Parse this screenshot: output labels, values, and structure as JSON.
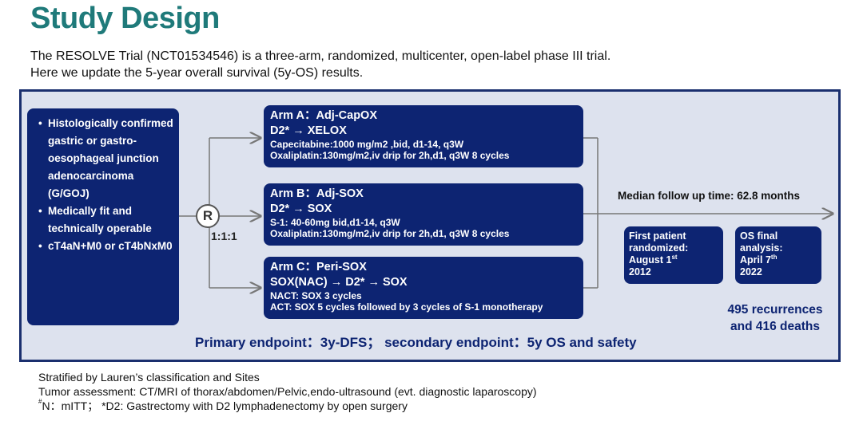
{
  "title": "Study Design",
  "intro": [
    "The RESOLVE Trial (NCT01534546) is a three-arm, randomized, multicenter, open-label phase III trial.",
    "Here we update the 5-year overall survival (5y-OS) results."
  ],
  "inclusion": [
    "Histologically confirmed gastric or gastro-oesophageal junction adenocarcinoma (G/GOJ)",
    "Medically fit and technically operable",
    "cT4aN+M0 or cT4bNxM0"
  ],
  "randomization": {
    "symbol": "R",
    "ratio": "1:1:1"
  },
  "arms": [
    {
      "header": "Arm A：Adj-CapOX",
      "design": "D2* → XELOX",
      "details": [
        "Capecitabine:1000 mg/m2 ,bid, d1-14, q3W",
        "Oxaliplatin:130mg/m2,iv drip for 2h,d1, q3W 8 cycles"
      ]
    },
    {
      "header": "Arm B：Adj-SOX",
      "design": "D2* → SOX",
      "details": [
        "S-1: 40-60mg bid,d1-14, q3W",
        "Oxaliplatin:130mg/m2,iv drip for 2h,d1, q3W 8 cycles"
      ]
    },
    {
      "header": "Arm C：Peri-SOX",
      "design": "SOX(NAC) → D2* → SOX",
      "details": [
        "NACT: SOX 3 cycles",
        "ACT: SOX 5 cycles followed by 3 cycles of S-1 monotherapy"
      ]
    }
  ],
  "median_follow_up": "Median follow up time: 62.8 months",
  "first_patient": {
    "line1": "First patient",
    "line2": "randomized:",
    "line3": "August 1",
    "sup": "st",
    "line4": "2012"
  },
  "os_final": {
    "line1": "OS final",
    "line2": "analysis:",
    "line3": "April 7",
    "sup": "th",
    "line4": "2022"
  },
  "events": {
    "line1": "495 recurrences",
    "line2": "and 416 deaths"
  },
  "endpoint": "Primary endpoint：3y-DFS；  secondary endpoint：5y OS and safety",
  "footer": {
    "line1": "Stratified by Lauren’s  classification and Sites",
    "line2": "Tumor assessment: CT/MRI of thorax/abdomen/Pelvic,endo-ultrasound (evt. diagnostic laparoscopy)",
    "line3_sup": "#",
    "line3": "N：mITT；  *D2: Gastrectomy with D2 lymphadenectomy  by open surgery"
  }
}
